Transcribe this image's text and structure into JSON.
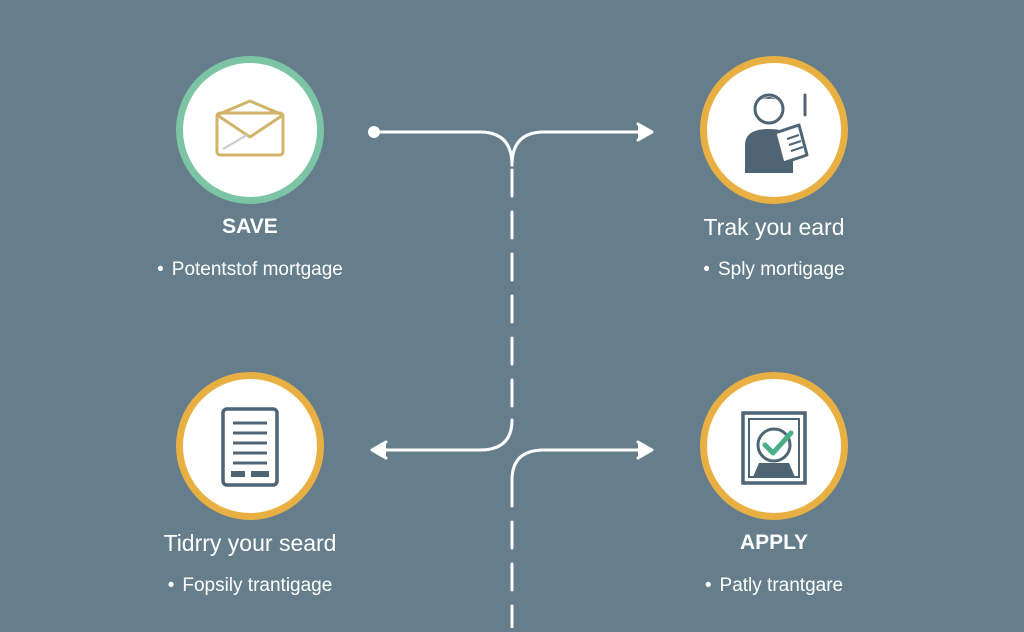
{
  "colors": {
    "background": "#667e8c",
    "ring_green": "#7cc4a4",
    "ring_gold": "#e8b043",
    "icon_slate": "#4f6575",
    "icon_gold": "#d1b36a",
    "check_green": "#4cae86",
    "line": "#ffffff"
  },
  "steps": [
    {
      "icon": "envelope-icon",
      "ring": "green",
      "title": "SAVE",
      "title_bold": true,
      "bullet": "Potentstof mortgage"
    },
    {
      "icon": "person-document-icon",
      "ring": "gold",
      "title": "Trak you eard",
      "title_bold": false,
      "bullet": "Sply mortigage"
    },
    {
      "icon": "document-icon",
      "ring": "gold",
      "title": "Tidrry your seard",
      "title_bold": false,
      "bullet": "Fopsily trantigage"
    },
    {
      "icon": "checkmark-certificate-icon",
      "ring": "gold",
      "title": "APPLY",
      "title_bold": true,
      "bullet": "Patly trantgare"
    }
  ],
  "bullet_char": "•"
}
